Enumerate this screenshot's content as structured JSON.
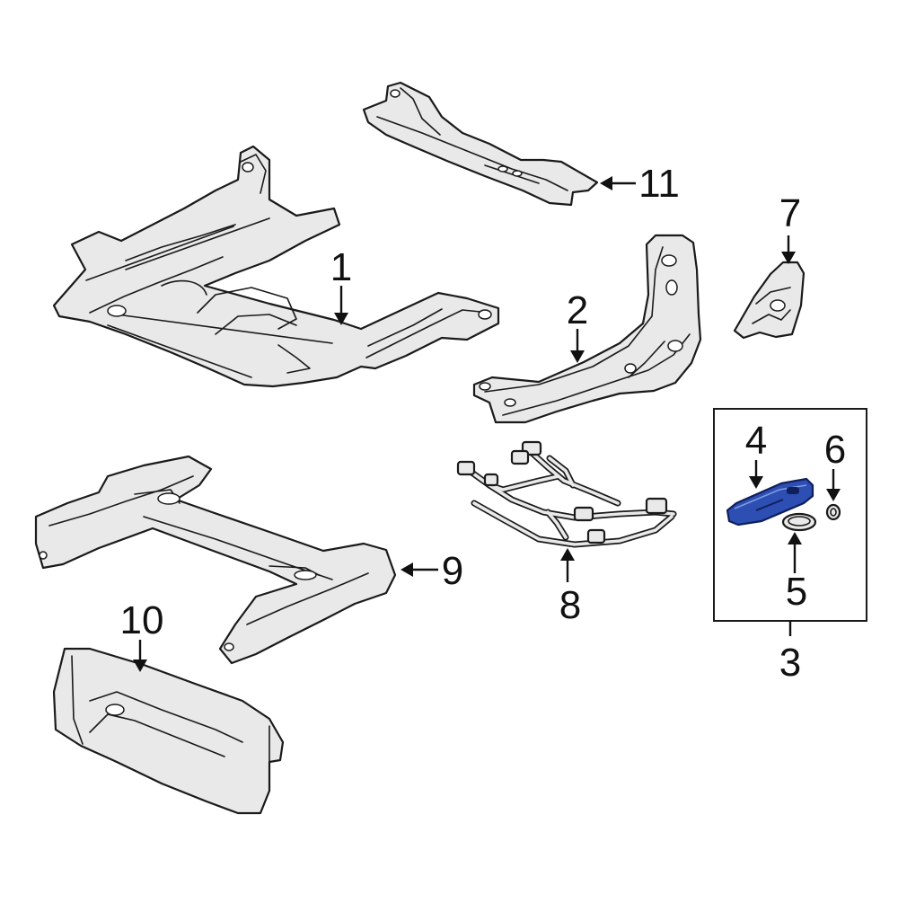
{
  "diagram": {
    "callouts": {
      "c1": "1",
      "c2": "2",
      "c3": "3",
      "c4": "4",
      "c5": "5",
      "c6": "6",
      "c7": "7",
      "c8": "8",
      "c9": "9",
      "c10": "10",
      "c11": "11"
    },
    "colors": {
      "part_fill": "#e9e9e9",
      "outline": "#1a1a1a",
      "highlight_fill": "#2d4fb3",
      "highlight_outline": "#0f1f5c"
    }
  }
}
